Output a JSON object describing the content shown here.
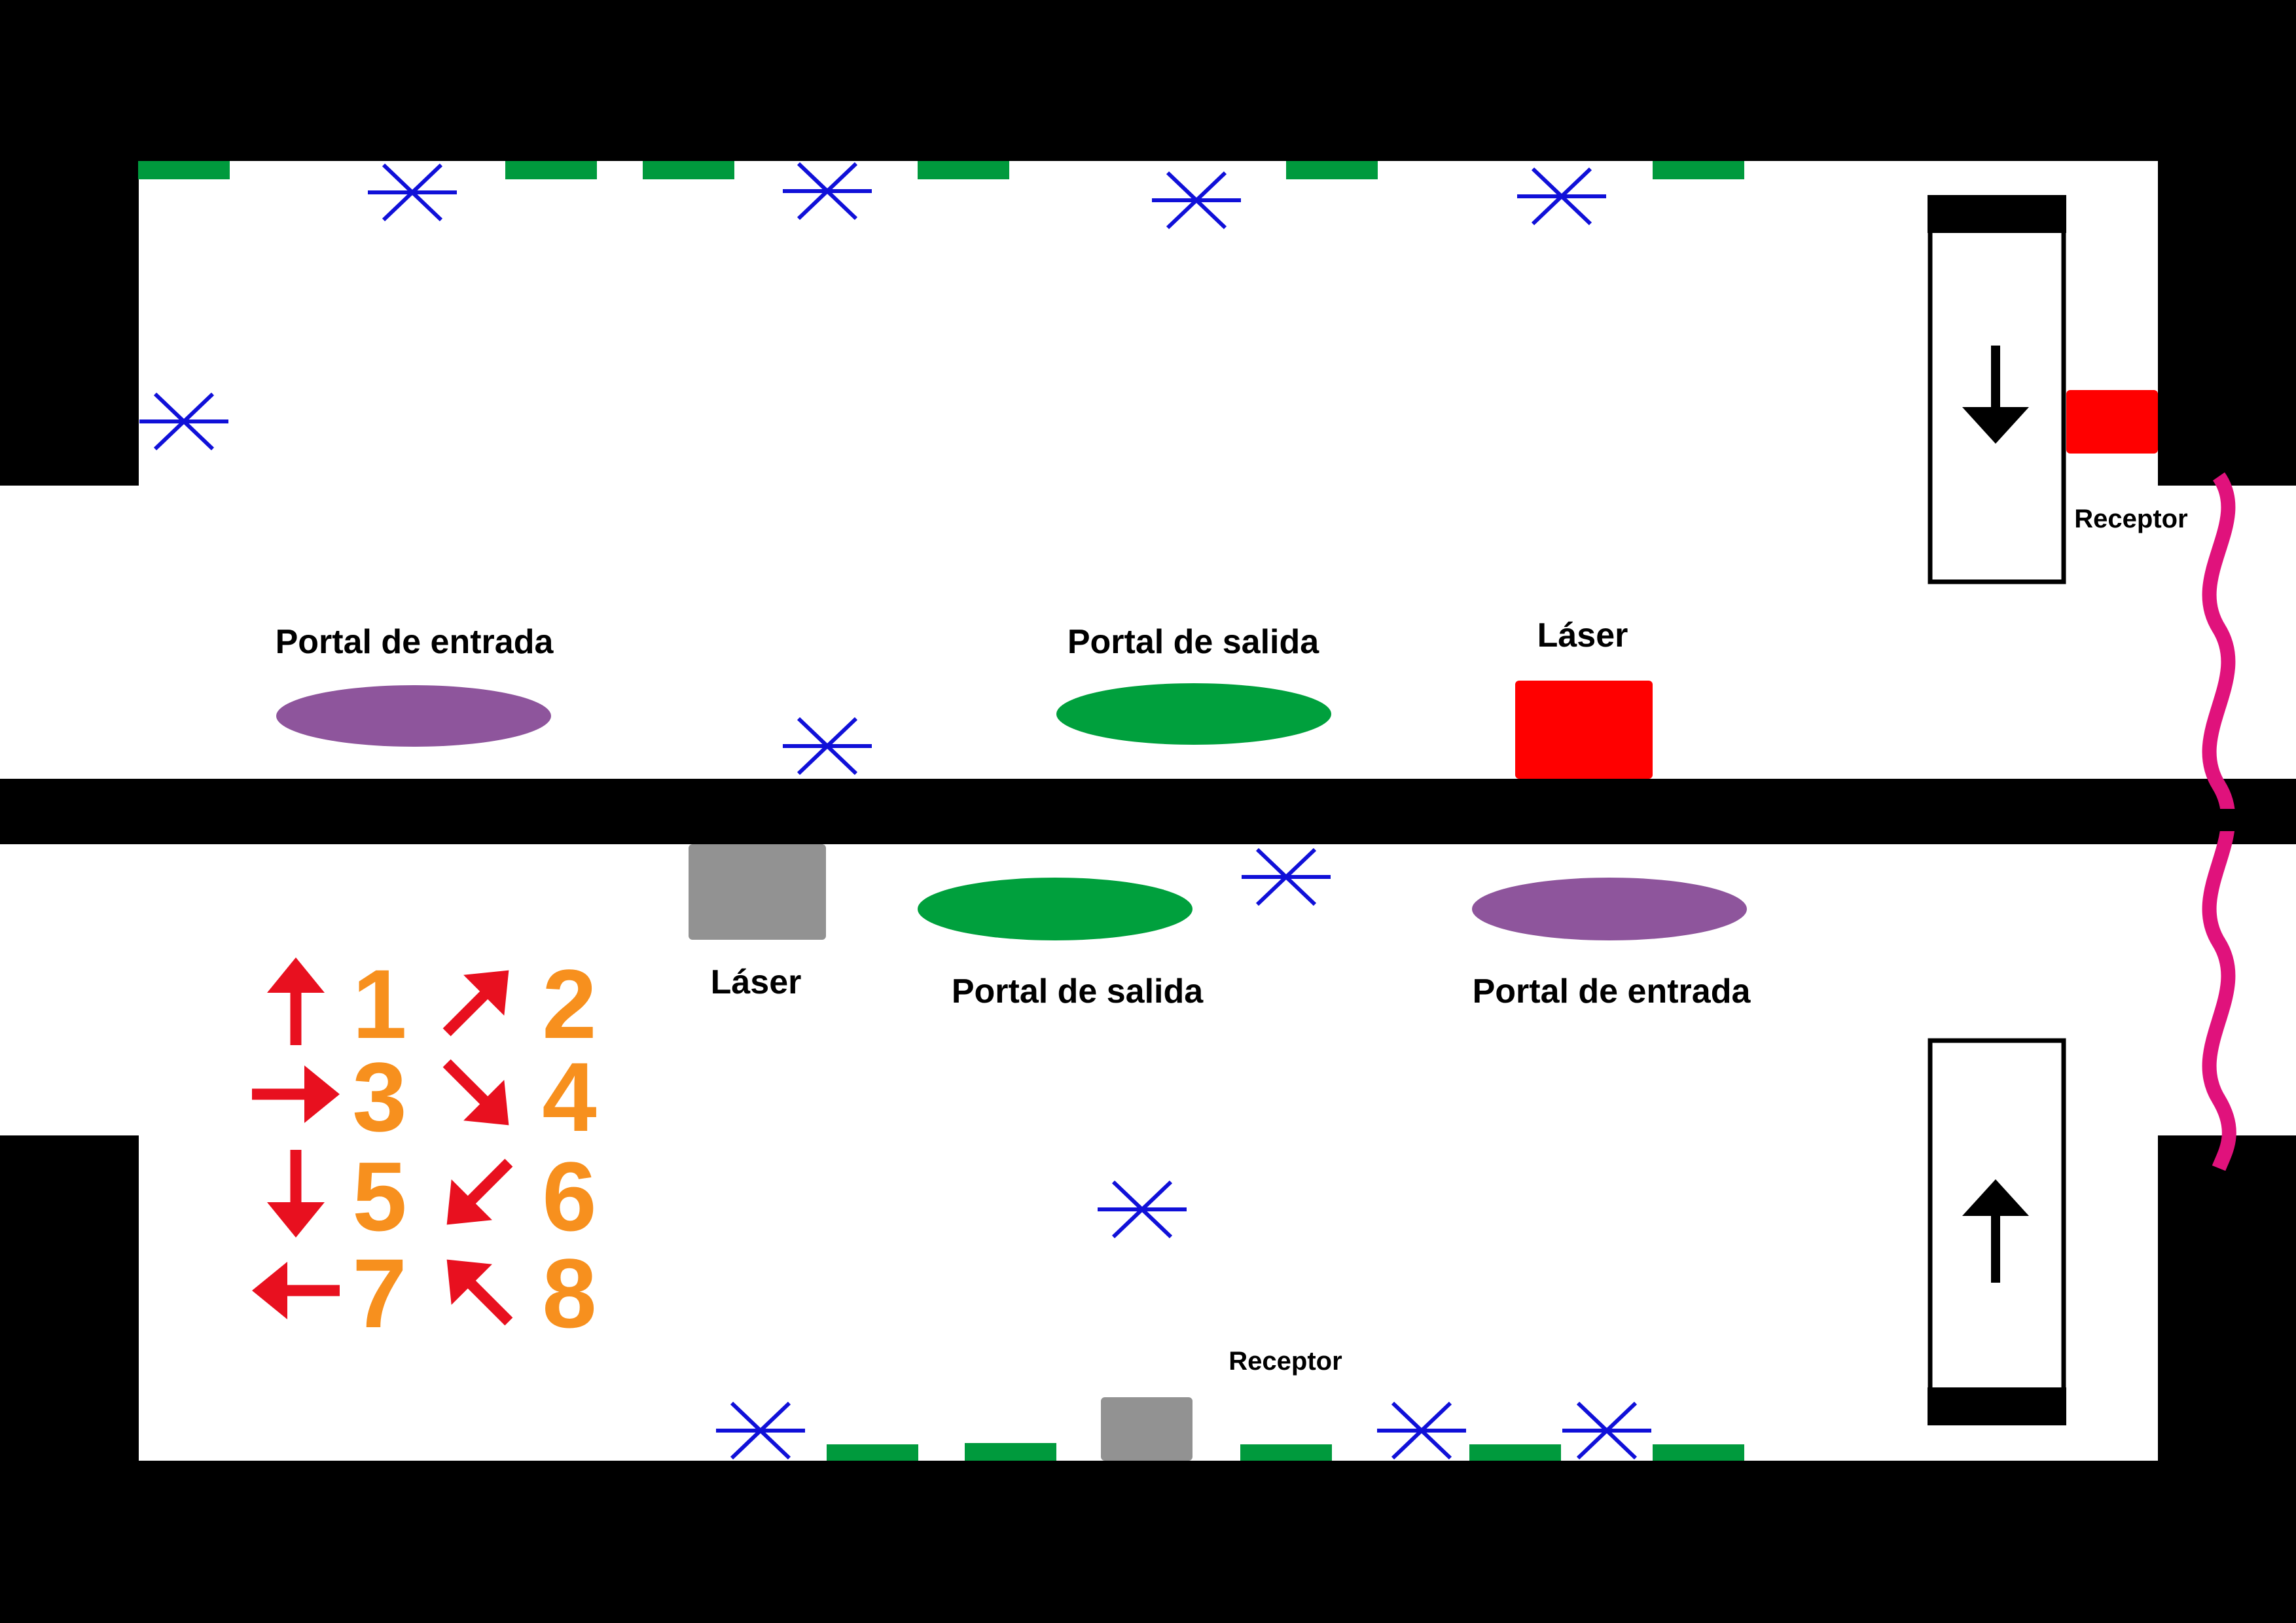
{
  "colors": {
    "wall": "#000000",
    "floor": "#ffffff",
    "tile": "#009a3d",
    "spark": "#1010d8",
    "portal_entry": "#8e559c",
    "portal_exit": "#00a03d",
    "laser_active": "#ff0000",
    "laser_inactive": "#929292",
    "arrow": "#e8101f",
    "number": "#f7901e",
    "link": "#e0127c"
  },
  "upper_room": {
    "portal_entry_label": "Portal de entrada",
    "portal_exit_label": "Portal de salida",
    "laser_label": "Láser",
    "receptor_label": "Receptor",
    "elevator_direction": "down"
  },
  "lower_room": {
    "laser_label": "Láser",
    "portal_exit_label": "Portal de salida",
    "portal_entry_label": "Portal de entrada",
    "receptor_label": "Receptor",
    "elevator_direction": "up"
  },
  "legend": {
    "items": [
      {
        "number": "1",
        "direction": "up"
      },
      {
        "number": "2",
        "direction": "up-right"
      },
      {
        "number": "3",
        "direction": "right"
      },
      {
        "number": "4",
        "direction": "down-right"
      },
      {
        "number": "5",
        "direction": "down"
      },
      {
        "number": "6",
        "direction": "down-left"
      },
      {
        "number": "7",
        "direction": "left"
      },
      {
        "number": "8",
        "direction": "up-left"
      }
    ]
  }
}
